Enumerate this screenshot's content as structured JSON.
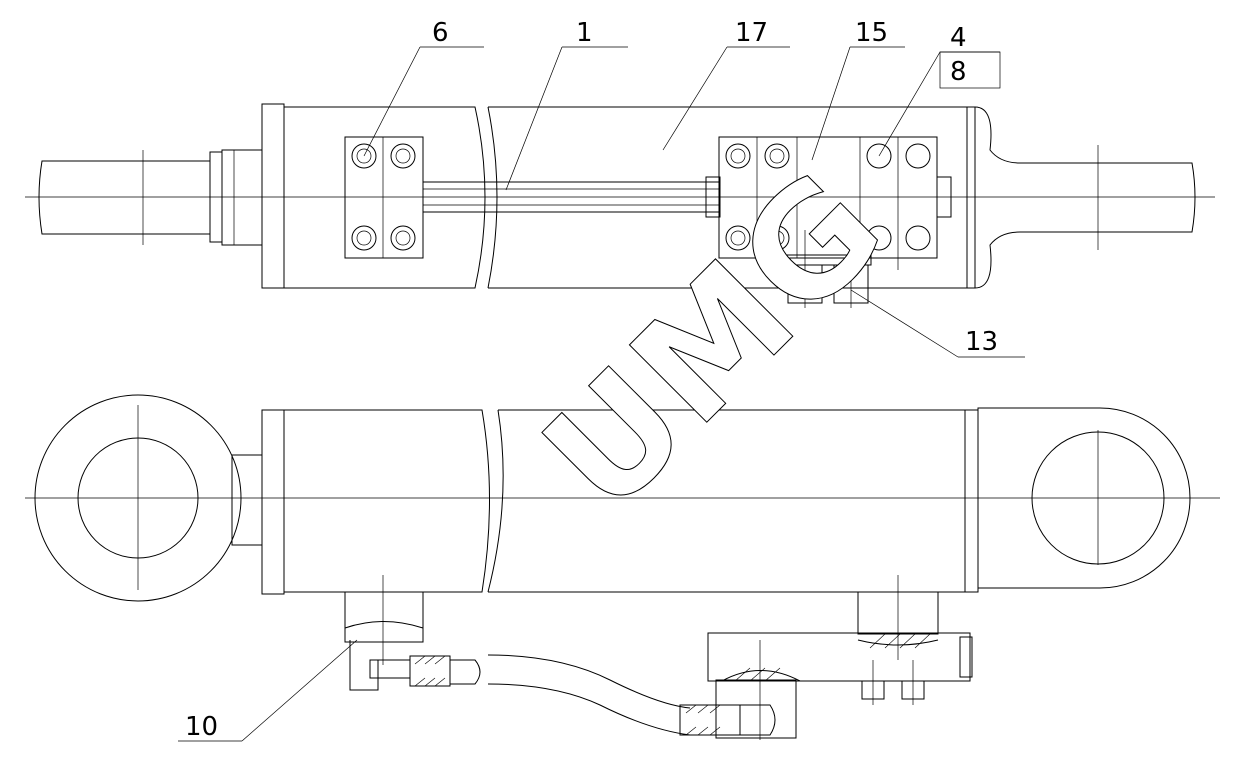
{
  "callouts": {
    "c6": "6",
    "c1": "1",
    "c17": "17",
    "c15": "15",
    "c4": "4",
    "c8": "8",
    "c13": "13",
    "c10": "10"
  },
  "watermark": "UMG"
}
